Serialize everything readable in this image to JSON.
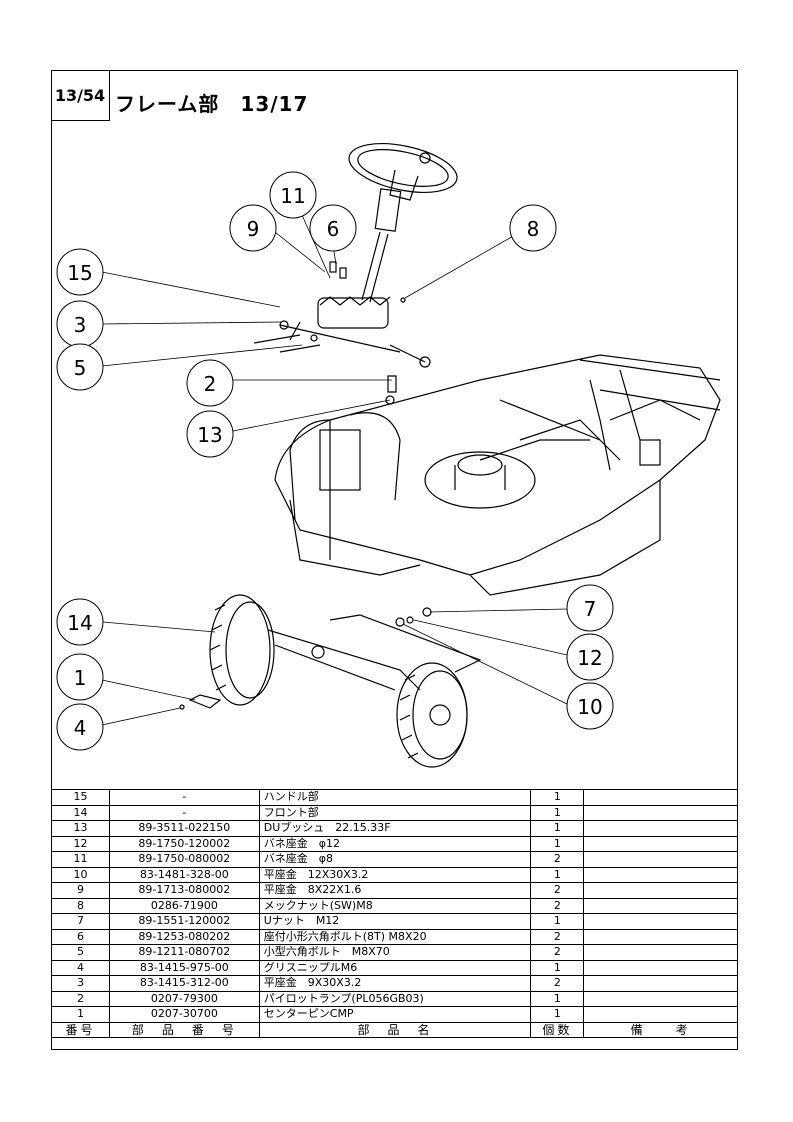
{
  "header": {
    "page_code": "13/54",
    "title": "フレーム部　13/17"
  },
  "callouts": [
    "15",
    "3",
    "5",
    "9",
    "11",
    "6",
    "8",
    "2",
    "13",
    "14",
    "1",
    "4",
    "7",
    "12",
    "10"
  ],
  "parts": [
    {
      "no": "15",
      "part_no": "-",
      "name": "ハンドル部",
      "qty": "1",
      "remark": ""
    },
    {
      "no": "14",
      "part_no": "-",
      "name": "フロント部",
      "qty": "1",
      "remark": ""
    },
    {
      "no": "13",
      "part_no": "89-3511-022150",
      "name": "DUブッシュ　22.15.33F",
      "qty": "1",
      "remark": ""
    },
    {
      "no": "12",
      "part_no": "89-1750-120002",
      "name": "バネ座金　φ12",
      "qty": "1",
      "remark": ""
    },
    {
      "no": "11",
      "part_no": "89-1750-080002",
      "name": "バネ座金　φ8",
      "qty": "2",
      "remark": ""
    },
    {
      "no": "10",
      "part_no": "83-1481-328-00",
      "name": "平座金　12X30X3.2",
      "qty": "1",
      "remark": ""
    },
    {
      "no": "9",
      "part_no": "89-1713-080002",
      "name": "平座金　8X22X1.6",
      "qty": "2",
      "remark": ""
    },
    {
      "no": "8",
      "part_no": "0286-71900",
      "name": "メックナット(SW)M8",
      "qty": "2",
      "remark": ""
    },
    {
      "no": "7",
      "part_no": "89-1551-120002",
      "name": "Uナット　M12",
      "qty": "1",
      "remark": ""
    },
    {
      "no": "6",
      "part_no": "89-1253-080202",
      "name": "座付小形六角ボルト(8T) M8X20",
      "qty": "2",
      "remark": ""
    },
    {
      "no": "5",
      "part_no": "89-1211-080702",
      "name": "小型六角ボルト　M8X70",
      "qty": "2",
      "remark": ""
    },
    {
      "no": "4",
      "part_no": "83-1415-975-00",
      "name": "グリスニップルM6",
      "qty": "1",
      "remark": ""
    },
    {
      "no": "3",
      "part_no": "83-1415-312-00",
      "name": "平座金　9X30X3.2",
      "qty": "2",
      "remark": ""
    },
    {
      "no": "2",
      "part_no": "0207-79300",
      "name": "パイロットランプ(PL056GB03)",
      "qty": "1",
      "remark": ""
    },
    {
      "no": "1",
      "part_no": "0207-30700",
      "name": "センターピンCMP",
      "qty": "1",
      "remark": ""
    }
  ],
  "table_header": {
    "no": "番号",
    "part_no": "部　品　番　号",
    "name": "部　品　名",
    "qty": "個数",
    "remark": "備　　考"
  }
}
